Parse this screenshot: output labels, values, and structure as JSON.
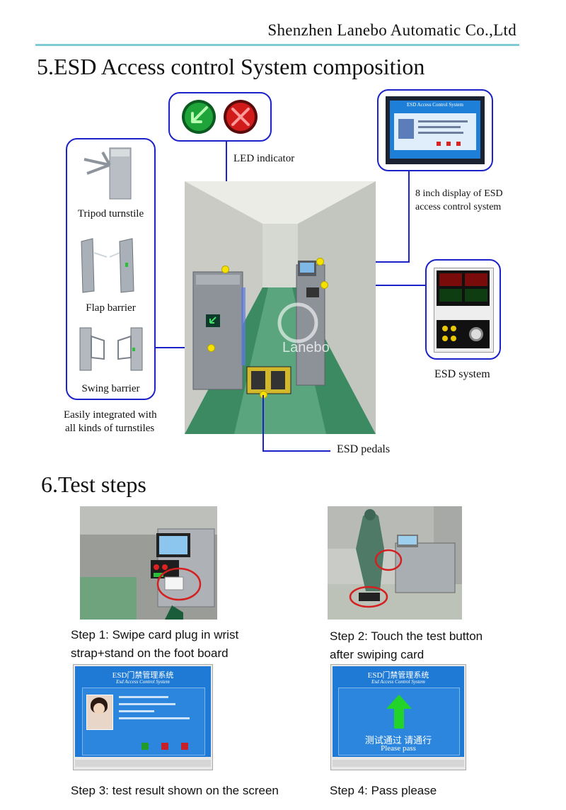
{
  "header": {
    "company": "Shenzhen Lanebo Automatic Co.,Ltd"
  },
  "section5": {
    "title": "5.ESD Access control System composition",
    "labels": {
      "led": "LED indicator",
      "display_line1": "8 inch display of  ESD",
      "display_line2": "access control system",
      "tripod": "Tripod turnstile",
      "flap": "Flap barrier",
      "swing": "Swing barrier",
      "integrated_line1": "Easily integrated with",
      "integrated_line2": "all kinds of turnstiles",
      "esd_system": "ESD system",
      "pedals": "ESD pedals"
    },
    "display_screen": {
      "title": "ESD Access Control System"
    },
    "watermark": "Lanebo",
    "colors": {
      "accent_line": "#1a22c8",
      "rule": "#7ecbd6",
      "marker": "#f6e200"
    }
  },
  "section6": {
    "title": "6.Test steps",
    "steps": [
      {
        "line1": "Step 1: Swipe card plug in wrist",
        "line2": "strap+stand on the foot board"
      },
      {
        "line1": "Step 2: Touch the test button",
        "line2": "after swiping card"
      },
      {
        "line1": "Step 3: test result shown on the screen"
      },
      {
        "line1": "Step 4: Pass please"
      }
    ],
    "screen3": {
      "title_cn": "ESD门禁管理系统",
      "title_en": "Esd Access Control System"
    },
    "screen4": {
      "title_cn": "ESD门禁管理系统",
      "title_en": "Esd Access Control System",
      "msg_cn": "测试通过  请通行",
      "msg_en": "Please pass"
    }
  }
}
